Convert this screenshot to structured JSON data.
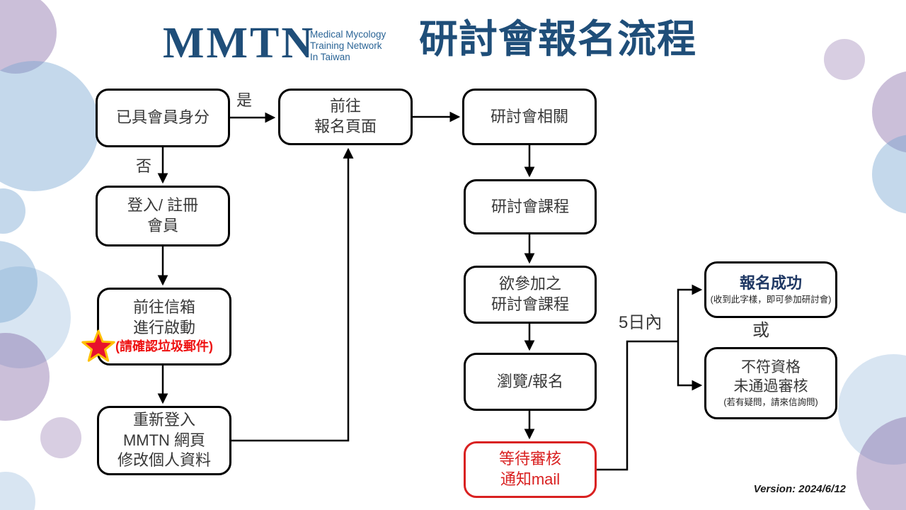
{
  "header": {
    "logo_text": "MMTN",
    "logo_tagline_line1": "Medical Mycology",
    "logo_tagline_line2": "Training Network",
    "logo_tagline_line3": "In Taiwan",
    "title": "研討會報名流程"
  },
  "flow": {
    "member_check": "已具會員身分",
    "yes_label": "是",
    "no_label": "否",
    "register_page_line1": "前往",
    "register_page_line2": "報名頁面",
    "seminar_related": "研討會相關",
    "login_line1": "登入/ 註冊",
    "login_line2": "會員",
    "mailbox_line1": "前往信箱",
    "mailbox_line2": "進行啟動",
    "mailbox_note": "(請確認垃圾郵件)",
    "relogin_line1": "重新登入",
    "relogin_line2": "MMTN 網頁",
    "relogin_line3": "修改個人資料",
    "seminar_course": "研討會課程",
    "desired_line1": "欲參加之",
    "desired_line2": "研討會課程",
    "browse": "瀏覽/報名",
    "waiting_line1": "等待審核",
    "waiting_line2": "通知mail",
    "five_days_label": "5日內",
    "or_label": "或",
    "success_title": "報名成功",
    "success_note": "(收到此字樣，即可參加研討會)",
    "fail_line1": "不符資格",
    "fail_line2": "未通過審核",
    "fail_note": "(若有疑問，請來信詢問)"
  },
  "footer": {
    "version": "Version: 2024/6/12"
  },
  "colors": {
    "brand_blue": "#1f4e79",
    "tagline_blue": "#2a6496",
    "success_navy": "#1f3864",
    "alert_red": "#d92121",
    "note_red": "#ee1111",
    "star_red": "#e8112d",
    "star_gold": "#ffc000",
    "circle_blue": "#c8dcec",
    "circle_purple": "#cdc0dc"
  }
}
